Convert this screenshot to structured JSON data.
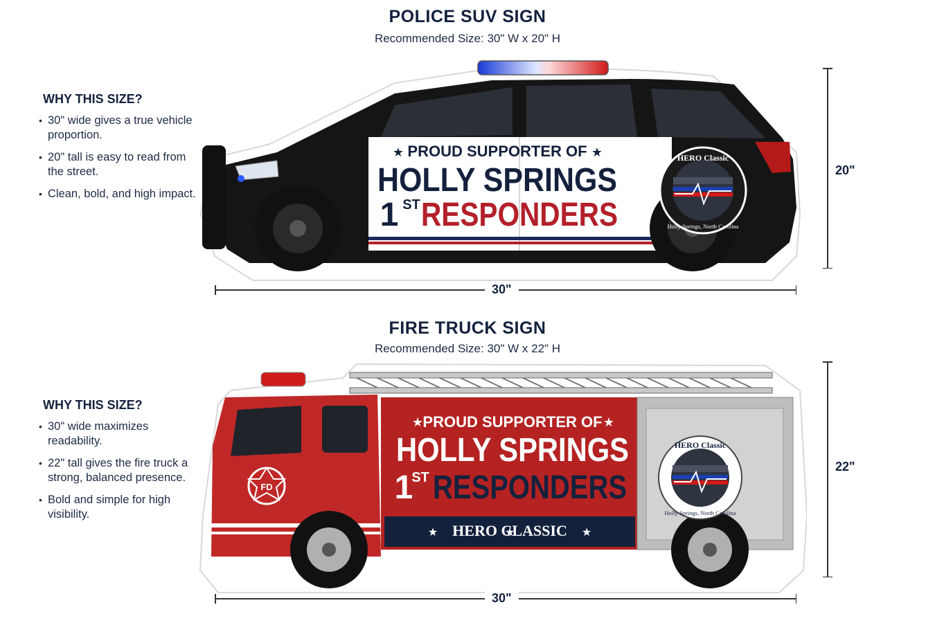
{
  "police": {
    "title": "POLICE SUV SIGN",
    "subtitle": "Recommended Size: 30\" W x 20\" H",
    "why_heading": "WHY THIS SIZE?",
    "bullets": [
      "30\" wide gives a true vehicle proportion.",
      "20\" tall is easy to read from the street.",
      "Clean, bold, and high impact."
    ],
    "sign_line1": "PROUD SUPPORTER OF",
    "sign_line2": "HOLLY SPRINGS",
    "sign_line3_num": "1",
    "sign_line3_sup": "ST",
    "sign_line3_word": "RESPONDERS",
    "badge_top": "HERO Classic",
    "badge_bottom": "Holly Springs, North Carolina",
    "width_label": "30\"",
    "height_label": "20\""
  },
  "fire": {
    "title": "FIRE TRUCK SIGN",
    "subtitle": "Recommended Size: 30\" W x 22\" H",
    "why_heading": "WHY THIS SIZE?",
    "bullets": [
      "30\" wide maximizes readability.",
      "22\" tall gives the fire truck a strong, balanced presence.",
      "Bold and simple for high visibility."
    ],
    "sign_line1": "PROUD SUPPORTER OF",
    "sign_line2": "HOLLY SPRINGS",
    "sign_line3_num": "1",
    "sign_line3_sup": "ST",
    "sign_line3_word": "RESPONDERS",
    "banner": "HERO CLASSIC",
    "badge_top": "HERO Classic",
    "badge_bottom": "Holly Springs, North Carolina",
    "fd_text": "FD",
    "width_label": "30\"",
    "height_label": "22\""
  },
  "colors": {
    "navy": "#14213d",
    "police_red": "#b3202a",
    "fire_red": "#c02828",
    "black_body": "#151515"
  },
  "icons": [
    "star-icon",
    "fire-department-emblem-icon",
    "flag-heartbeat-icon"
  ]
}
